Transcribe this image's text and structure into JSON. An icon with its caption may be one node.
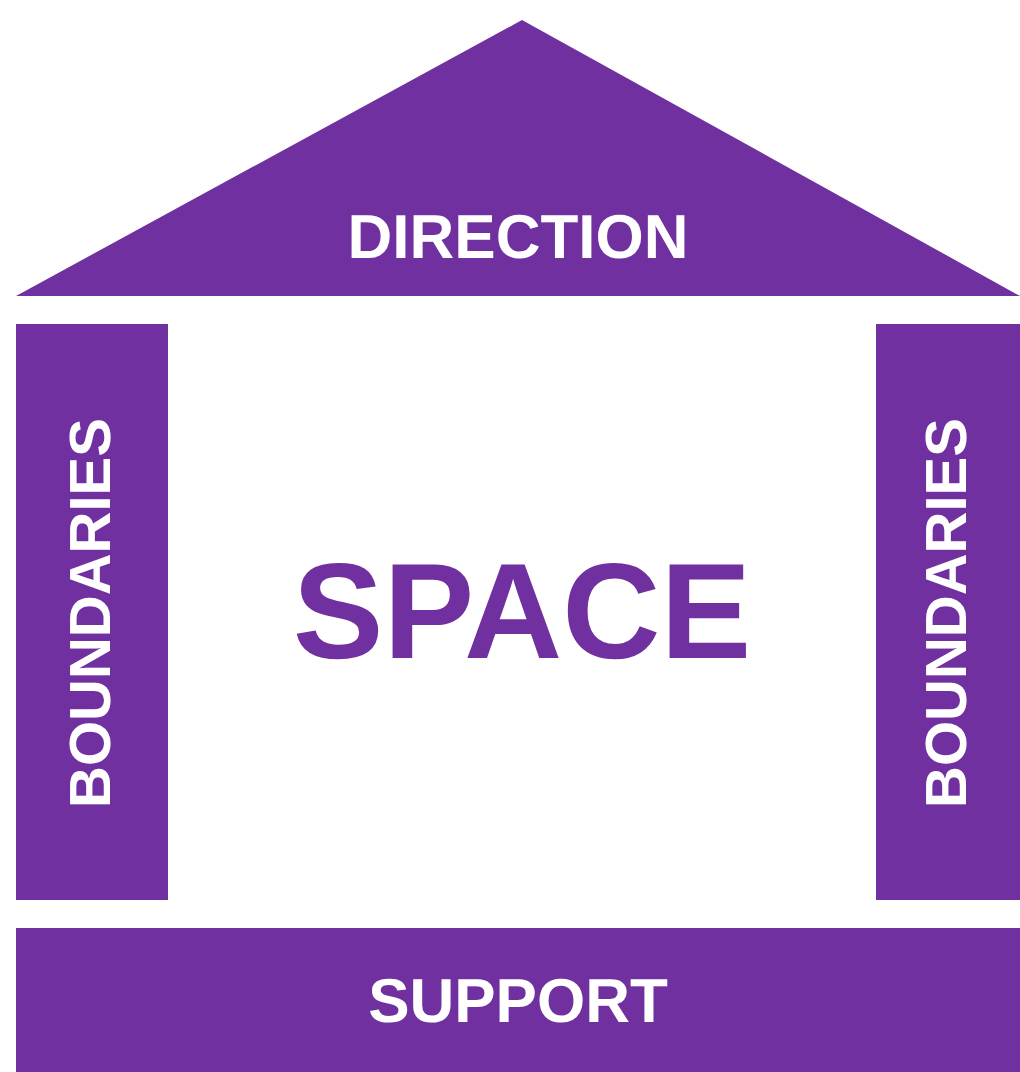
{
  "diagram": {
    "nodes": [
      {
        "text": [
          "DIRECTION"
        ]
      },
      {
        "text": [
          "BOUNDARIES"
        ]
      },
      {
        "text": [
          "BOUNDARIES"
        ]
      },
      {
        "text": [
          "SUPPORT"
        ]
      }
    ],
    "labels": [
      "SPACE"
    ]
  }
}
